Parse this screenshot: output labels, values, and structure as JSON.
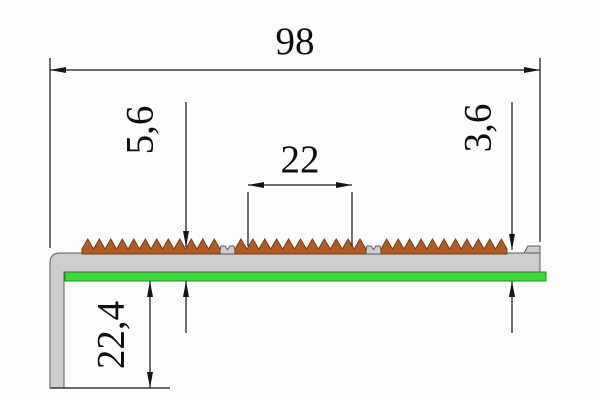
{
  "drawing": {
    "title": "stair-nosing-profile-cross-section",
    "dim_overall_width": "98",
    "dim_total_height": "5,6",
    "dim_insert_width": "22",
    "dim_edge_height": "3,6",
    "dim_leg_height": "22,4"
  },
  "colors": {
    "aluminum": "#cdcdcd",
    "insert": "#ad5b2b",
    "adhesive": "#3fd63f",
    "line": "#141414"
  }
}
